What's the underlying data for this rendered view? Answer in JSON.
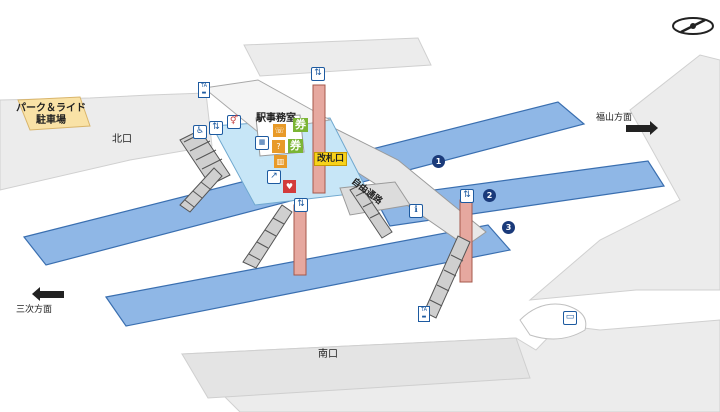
{
  "labels": {
    "park_and_ride": "パーク＆ライド\n駐車場",
    "park_and_ride_line1": "パーク＆ライド",
    "park_and_ride_line2": "駐車場",
    "north_exit": "北口",
    "south_exit": "南口",
    "station_office": "駅事務室",
    "ticket_gate": "改札口",
    "free_passage": "自由通路",
    "toward_fukuyama": "福山方面",
    "toward_miyoshi": "三次方面",
    "ticket_icon_glyph": "券"
  },
  "platforms": [
    "1",
    "2",
    "3"
  ],
  "icons": [
    "compass-icon",
    "taxi-icon",
    "elevator-icon",
    "wheelchair-icon",
    "restroom-icon",
    "accessible-restroom-icon",
    "ticket-machine-icon",
    "coin-locker-icon",
    "aed-icon",
    "bus-icon",
    "information-icon",
    "pay-phone-icon"
  ],
  "colors": {
    "track": "#8fb7e6",
    "track_edge": "#3a6fb0",
    "concourse": "#c7e6f7",
    "ground": "#ececec",
    "parking": "#f9e2a6",
    "pillar": "#e6a89f",
    "accent_blue": "#1d5aa0",
    "gate_yellow": "#f7d21a",
    "ticket_green": "#7bb534",
    "info_orange": "#e89a28"
  }
}
